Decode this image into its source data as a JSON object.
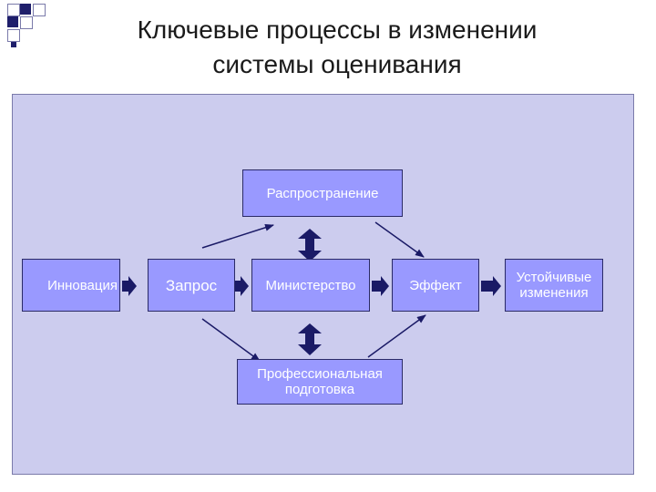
{
  "slide": {
    "title_line1": "Ключевые процессы в изменении",
    "title_line2": "системы оценивания"
  },
  "diagram": {
    "nodes": {
      "innovation": "Инновация",
      "request": "Запрос",
      "ministry": "Министерство",
      "effect": "Эффект",
      "sustainable_changes_line1": "Устойчивые",
      "sustainable_changes_line2": "изменения",
      "dissemination": "Распространение",
      "training_line1": "Профессиональная",
      "training_line2": "подготовка"
    }
  },
  "colors": {
    "panel": "#ccccee",
    "node_fill": "#9999ff",
    "node_border": "#2a2a66",
    "arrow_dark": "#1a1a66",
    "deco_navy": "#1f1f6b"
  }
}
